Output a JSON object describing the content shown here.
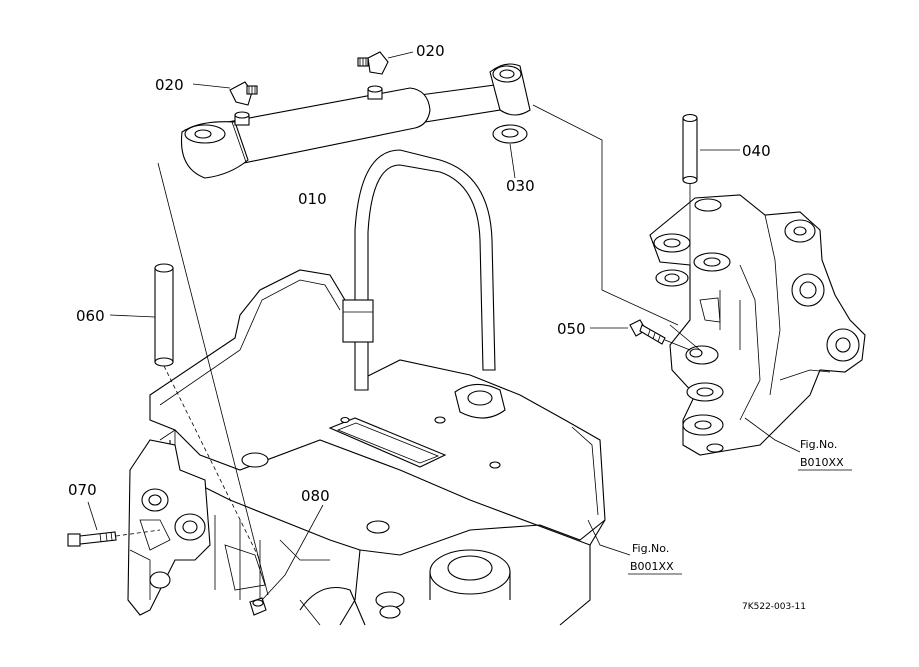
{
  "diagram": {
    "callouts": [
      {
        "id": "010",
        "text": "010"
      },
      {
        "id": "020a",
        "text": "020"
      },
      {
        "id": "020b",
        "text": "020"
      },
      {
        "id": "030",
        "text": "030"
      },
      {
        "id": "040",
        "text": "040"
      },
      {
        "id": "050",
        "text": "050"
      },
      {
        "id": "060",
        "text": "060"
      },
      {
        "id": "070",
        "text": "070"
      },
      {
        "id": "080",
        "text": "080"
      }
    ],
    "fig_refs": [
      {
        "line1": "Fig.No.",
        "line2": "B010XX"
      },
      {
        "line1": "Fig.No.",
        "line2": "B001XX"
      }
    ],
    "drawing_code": "7K522-003-11"
  }
}
